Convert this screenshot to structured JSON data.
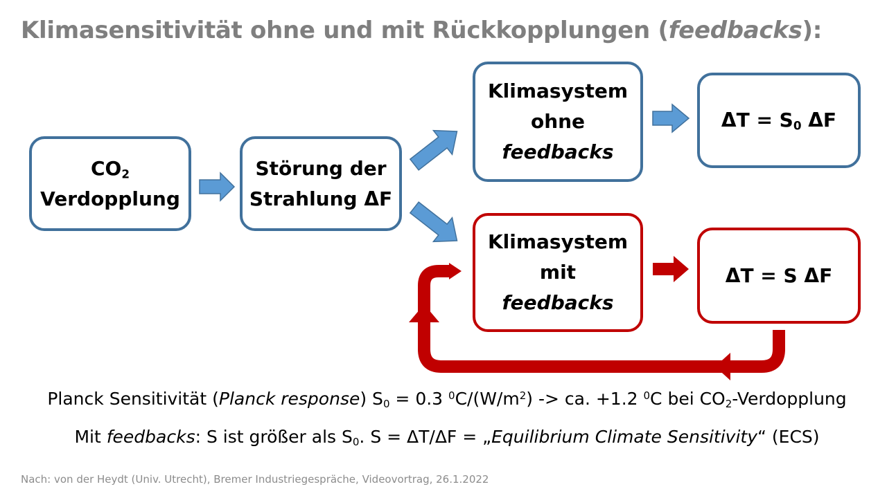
{
  "title": {
    "text": "Klimasensitivität ohne und mit Rückkopplungen (",
    "italic": "feedbacks",
    "end": "):"
  },
  "boxes": {
    "co2": {
      "line1": "CO",
      "sub": "2",
      "line2": "Verdopplung"
    },
    "forcing": {
      "line1": "Störung der",
      "line2": "Strahlung ΔF"
    },
    "no_feedback": {
      "line1": "Klimasystem",
      "line2": "ohne",
      "line3": "feedbacks"
    },
    "with_feedback": {
      "line1": "Klimasystem",
      "line2": "mit",
      "line3": "feedbacks"
    },
    "result_no_feedback": {
      "prefix": "ΔT = S",
      "sub": "0",
      "suffix": " ΔF"
    },
    "result_with_feedback": {
      "text": "ΔT = S ΔF"
    }
  },
  "notes": {
    "planck": {
      "t1": "Planck Sensitivität (",
      "t2": "Planck response",
      "t3": ")  S",
      "s1": "0",
      "t4": " = 0.3 ",
      "sup1": "0",
      "t5": "C/(W/m",
      "sup2": "2",
      "t6": ") -> ca. +1.2 ",
      "sup3": "0",
      "t7": "C bei CO",
      "s2": "2",
      "t8": "-Verdopplung"
    },
    "feedback": {
      "t1": "Mit ",
      "t2": "feedbacks",
      "t3": ":  S ist größer als S",
      "s1": "0",
      "t4": ". S =  ΔT/ΔF = „",
      "t5": "Equilibrium  Climate Sensitivity",
      "t6": "“  (ECS)"
    }
  },
  "footer": "Nach: von der Heydt (Univ. Utrecht), Bremer Industriegespräche, Videovortrag, 26.1.2022",
  "colors": {
    "blue_border": "#41719c",
    "blue_arrow": "#5b9bd5",
    "red": "#c00000",
    "title_gray": "#7f7f7f"
  }
}
